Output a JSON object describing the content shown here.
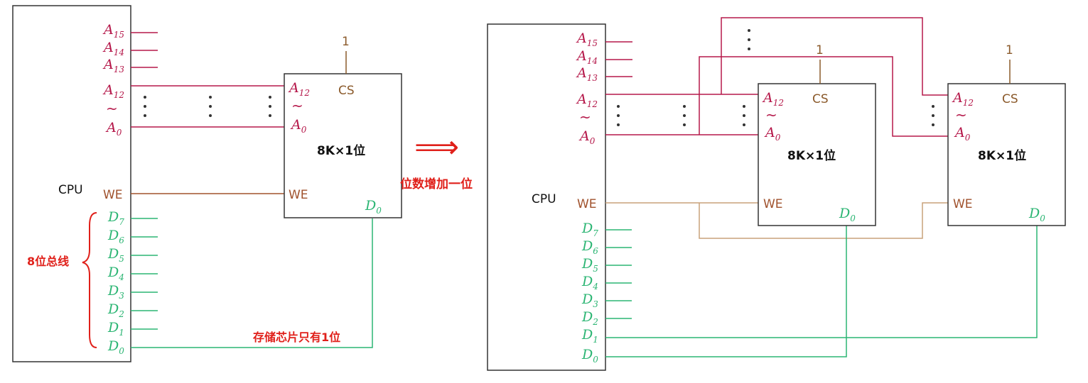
{
  "colors": {
    "address": "#b5184a",
    "data": "#2bb573",
    "control": "#a0522d",
    "cs": "#8b5a2b",
    "annotation": "#e0201a",
    "box": "#333333"
  },
  "left": {
    "cpu_label": "CPU",
    "address_pins": [
      {
        "base": "A",
        "sub": "15"
      },
      {
        "base": "A",
        "sub": "14"
      },
      {
        "base": "A",
        "sub": "13"
      },
      {
        "base": "A",
        "sub": "12"
      },
      {
        "base": "A",
        "sub": "0"
      }
    ],
    "tilde": "~",
    "we": "WE",
    "data_pins": [
      {
        "base": "D",
        "sub": "7"
      },
      {
        "base": "D",
        "sub": "6"
      },
      {
        "base": "D",
        "sub": "5"
      },
      {
        "base": "D",
        "sub": "4"
      },
      {
        "base": "D",
        "sub": "3"
      },
      {
        "base": "D",
        "sub": "2"
      },
      {
        "base": "D",
        "sub": "1"
      },
      {
        "base": "D",
        "sub": "0"
      }
    ],
    "bus_label": "8位总线",
    "chip": {
      "label": "8K×1位",
      "cs": "CS",
      "cs_value": "1",
      "a_high": {
        "base": "A",
        "sub": "12"
      },
      "a_low": {
        "base": "A",
        "sub": "0"
      },
      "tilde": "~",
      "we": "WE",
      "d_out": {
        "base": "D",
        "sub": "0"
      }
    },
    "chip_note": "存储芯片只有1位"
  },
  "middle": {
    "arrow": "⟹",
    "caption": "位数增加一位"
  },
  "right": {
    "cpu_label": "CPU",
    "address_pins": [
      {
        "base": "A",
        "sub": "15"
      },
      {
        "base": "A",
        "sub": "14"
      },
      {
        "base": "A",
        "sub": "13"
      },
      {
        "base": "A",
        "sub": "12"
      },
      {
        "base": "A",
        "sub": "0"
      }
    ],
    "tilde": "~",
    "we": "WE",
    "data_pins": [
      {
        "base": "D",
        "sub": "7"
      },
      {
        "base": "D",
        "sub": "6"
      },
      {
        "base": "D",
        "sub": "5"
      },
      {
        "base": "D",
        "sub": "4"
      },
      {
        "base": "D",
        "sub": "3"
      },
      {
        "base": "D",
        "sub": "2"
      },
      {
        "base": "D",
        "sub": "1"
      },
      {
        "base": "D",
        "sub": "0"
      }
    ],
    "chips": [
      {
        "label": "8K×1位",
        "cs": "CS",
        "cs_value": "1",
        "a_high": {
          "base": "A",
          "sub": "12"
        },
        "a_low": {
          "base": "A",
          "sub": "0"
        },
        "tilde": "~",
        "we": "WE",
        "d_out": {
          "base": "D",
          "sub": "0"
        }
      },
      {
        "label": "8K×1位",
        "cs": "CS",
        "cs_value": "1",
        "a_high": {
          "base": "A",
          "sub": "12"
        },
        "a_low": {
          "base": "A",
          "sub": "0"
        },
        "tilde": "~",
        "we": "WE",
        "d_out": {
          "base": "D",
          "sub": "0"
        }
      }
    ]
  }
}
